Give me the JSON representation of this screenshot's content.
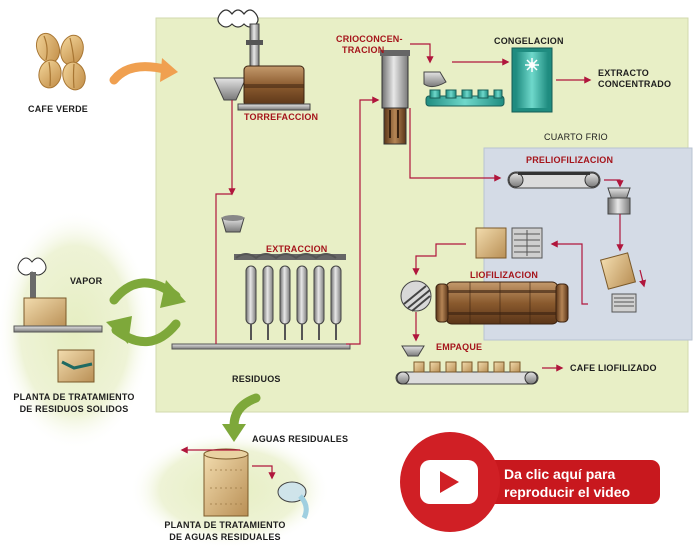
{
  "labels": {
    "green_coffee": "CAFE VERDE",
    "roasting": "TORREFACCION",
    "cryo_line1": "CRIOCONCEN-",
    "cryo_line2": "TRACION",
    "freezing": "CONGELACION",
    "extract_line1": "EXTRACTO",
    "extract_line2": "CONCENTRADO",
    "cold_room": "CUARTO FRIO",
    "prefreeze": "PRELIOFILIZACION",
    "extraction": "EXTRACCION",
    "freeze_drying": "LIOFILIZACION",
    "packing": "EMPAQUE",
    "freeze_dried_coffee": "CAFE LIOFILIZADO",
    "waste": "RESIDUOS",
    "steam": "VAPOR",
    "solid_plant_line1": "PLANTA DE TRATAMIENTO",
    "solid_plant_line2": "DE RESIDUOS SOLIDOS",
    "wastewater": "AGUAS RESIDUALES",
    "water_plant_line1": "PLANTA DE TRATAMIENTO",
    "water_plant_line2": "DE AGUAS RESIDUALES"
  },
  "video_button": {
    "line1": "Da clic aquí para",
    "line2": "reproducir el video"
  },
  "colors": {
    "panel": "#e8efc6",
    "cold_room": "#d4dbe6",
    "label_red": "#a5141b",
    "flow_line": "#b0163c",
    "bronze": "#8a5a2e",
    "teal": "#3cb5a6",
    "green_arrow": "#7ea83a",
    "orange_arrow": "#f0a050",
    "video_red": "#d01f25"
  }
}
